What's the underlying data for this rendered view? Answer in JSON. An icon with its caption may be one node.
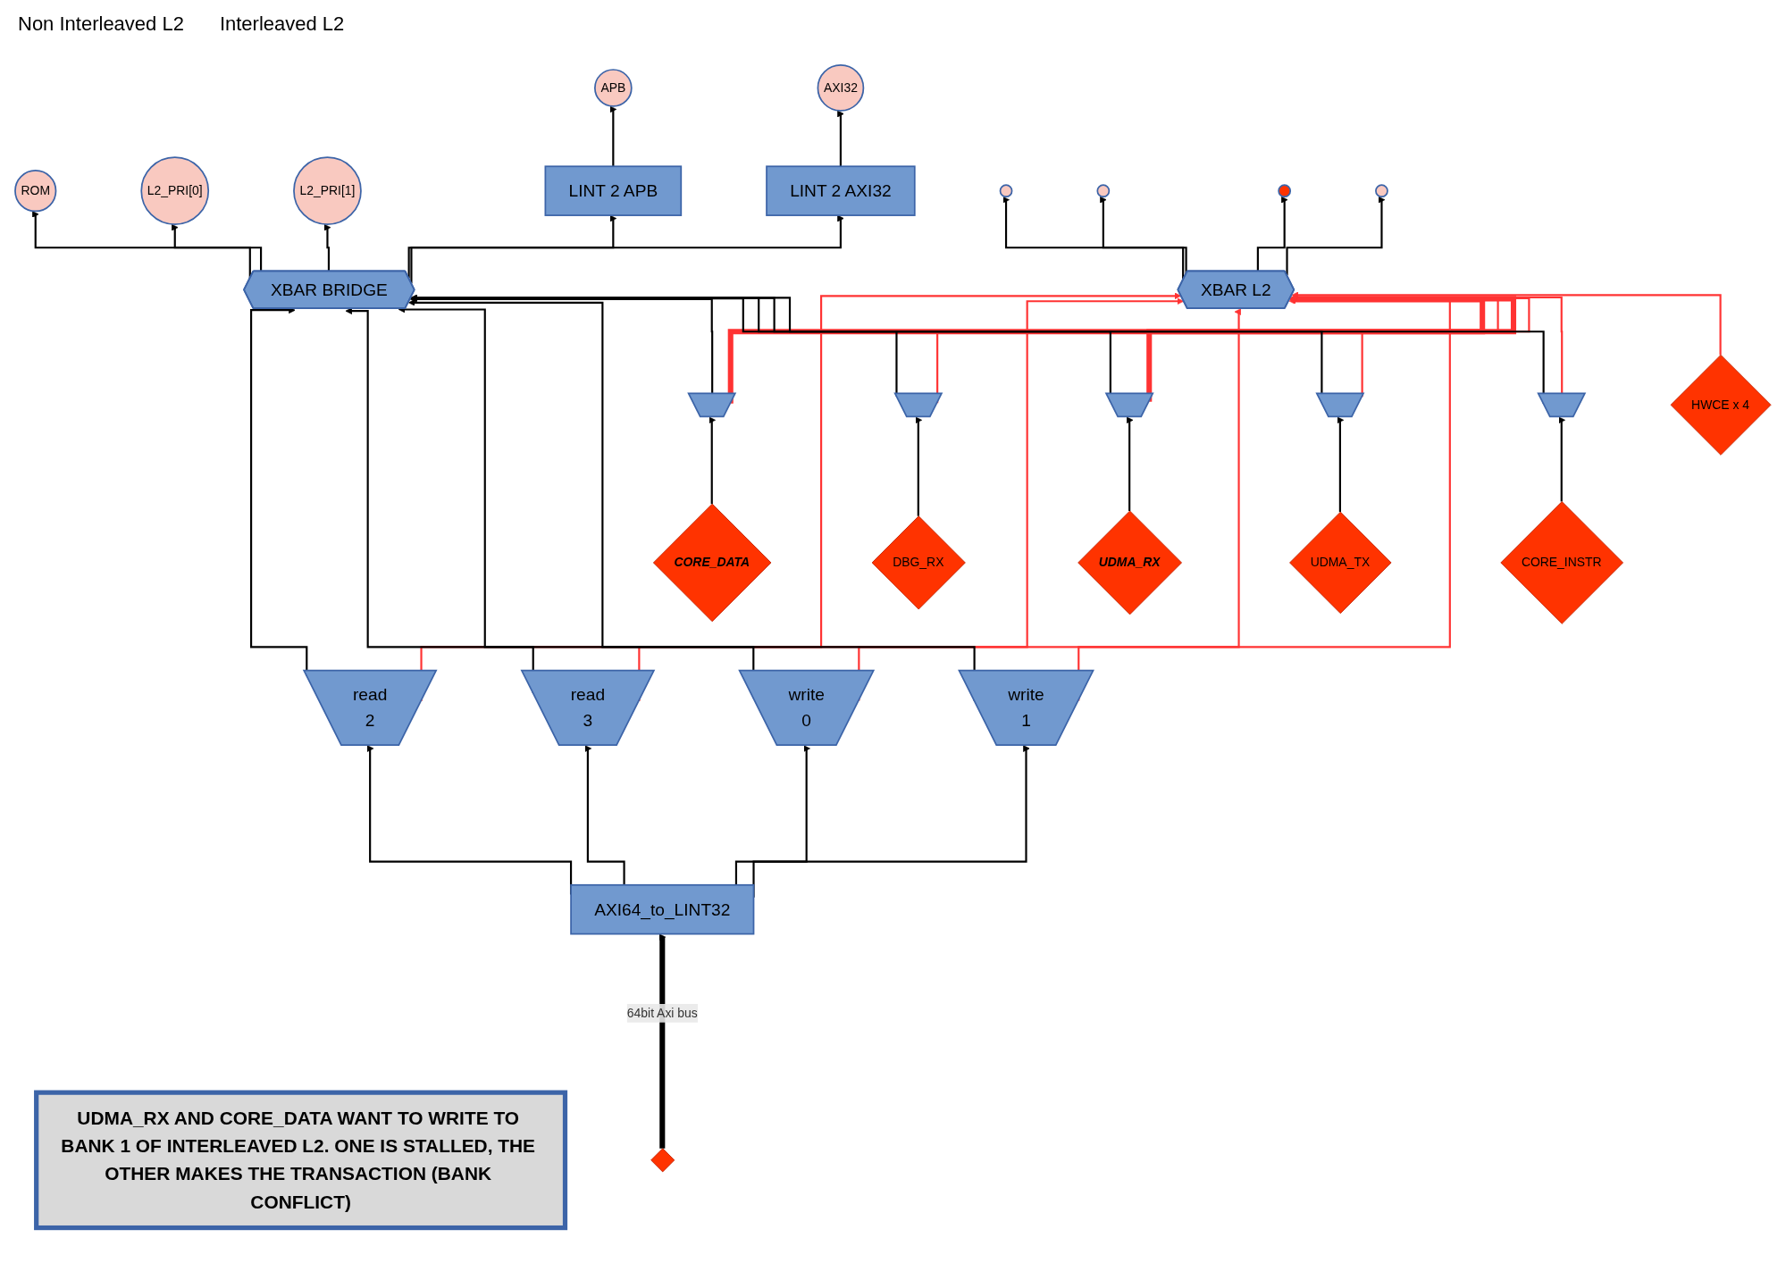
{
  "diagram": {
    "nodes": [
      {
        "text": [
          "UDMA_RX AND CORE_DATA WANT TO WRITE TO BANK 1 OF INTERLEAVED L2. ONE IS STALLED, THE OTHER MAKES THE TRANSACTION (BANK CONFLICT)"
        ]
      },
      {
        "text": [
          "APB"
        ]
      },
      {
        "text": [
          "AXI32"
        ]
      },
      {
        "text": [
          "ROM"
        ]
      },
      {
        "text": [
          "L2_PRI[0]"
        ]
      },
      {
        "text": [
          "L2_PRI[1]"
        ]
      },
      {
        "text": [
          "LINT 2 APB"
        ]
      },
      {
        "text": [
          "LINT 2 AXI32"
        ]
      },
      {
        "text": [
          "XBAR BRIDGE"
        ]
      },
      {
        "text": [
          "XBAR L2"
        ]
      },
      {
        "text": [],
        "shape": "circle"
      },
      {
        "text": [],
        "shape": "circle"
      },
      {
        "text": [],
        "shape": "circle"
      },
      {
        "text": [],
        "shape": "circle"
      },
      {
        "text": [
          "read",
          "2"
        ]
      },
      {
        "text": [
          "read",
          "3"
        ]
      },
      {
        "text": [
          "write",
          "0"
        ]
      },
      {
        "text": [
          "write",
          "1"
        ]
      },
      {
        "text": [
          "AXI64_to_LINT32"
        ]
      },
      {
        "text": [],
        "shape": "trapezoid"
      },
      {
        "text": [],
        "shape": "trapezoid"
      },
      {
        "text": [],
        "shape": "trapezoid"
      },
      {
        "text": [],
        "shape": "trapezoid"
      },
      {
        "text": [],
        "shape": "trapezoid"
      },
      {
        "text": [
          "HWCE x 4"
        ]
      },
      {
        "text": [
          "CORE_DATA"
        ]
      },
      {
        "text": [
          "DBG_RX"
        ]
      },
      {
        "text": [
          "UDMA_RX"
        ]
      },
      {
        "text": [
          "UDMA_TX"
        ]
      },
      {
        "text": [
          "CORE_INSTR"
        ]
      },
      {
        "text": [],
        "shape": "diamond"
      }
    ],
    "edges": [
      {
        "from": 8,
        "to": 6,
        "arrow": "to"
      },
      {
        "from": 6,
        "to": 1,
        "arrow": "to"
      },
      {
        "from": 8,
        "to": 7,
        "arrow": "to"
      },
      {
        "from": 7,
        "to": 2,
        "arrow": "to"
      },
      {
        "from": 8,
        "to": 3,
        "arrow": "to"
      },
      {
        "from": 8,
        "to": 4,
        "arrow": "to"
      },
      {
        "from": 8,
        "to": 5,
        "arrow": "to"
      },
      {
        "from": 9,
        "to": 10,
        "arrow": "to"
      },
      {
        "from": 9,
        "to": 11,
        "arrow": "to"
      },
      {
        "from": 9,
        "to": 12,
        "arrow": "to"
      },
      {
        "from": 9,
        "to": 13,
        "arrow": "to"
      },
      {
        "from": 30,
        "to": 18,
        "arrow": "to",
        "label": "64bit Axi bus",
        "style": "thick"
      },
      {
        "from": 18,
        "to": 14,
        "arrow": "to"
      },
      {
        "from": 18,
        "to": 15,
        "arrow": "to"
      },
      {
        "from": 18,
        "to": 16,
        "arrow": "to"
      },
      {
        "from": 18,
        "to": 17,
        "arrow": "to"
      },
      {
        "from": 14,
        "to": 8,
        "arrow": "to"
      },
      {
        "from": 14,
        "to": 9,
        "arrow": "to",
        "color": "#ff3333"
      },
      {
        "from": 15,
        "to": 8,
        "arrow": "to"
      },
      {
        "from": 15,
        "to": 9,
        "arrow": "to",
        "color": "#ff3333"
      },
      {
        "from": 16,
        "to": 8,
        "arrow": "to"
      },
      {
        "from": 16,
        "to": 9,
        "arrow": "to",
        "color": "#ff3333"
      },
      {
        "from": 17,
        "to": 8,
        "arrow": "to"
      },
      {
        "from": 17,
        "to": 9,
        "arrow": "to",
        "color": "#ff3333"
      },
      {
        "from": 19,
        "to": 8,
        "arrow": "to"
      },
      {
        "from": 19,
        "to": 9,
        "arrow": "to",
        "style": "thick",
        "color": "#ff3333"
      },
      {
        "from": 20,
        "to": 8,
        "arrow": "to"
      },
      {
        "from": 20,
        "to": 9,
        "arrow": "to",
        "color": "#ff3333"
      },
      {
        "from": 21,
        "to": 8,
        "arrow": "to"
      },
      {
        "from": 21,
        "to": 9,
        "arrow": "to",
        "style": "thick",
        "color": "#ff3333"
      },
      {
        "from": 22,
        "to": 8,
        "arrow": "to"
      },
      {
        "from": 22,
        "to": 9,
        "arrow": "to",
        "color": "#ff3333"
      },
      {
        "from": 23,
        "to": 8,
        "arrow": "to"
      },
      {
        "from": 23,
        "to": 9,
        "arrow": "to",
        "color": "#ff3333"
      },
      {
        "from": 24,
        "to": 9,
        "arrow": "to",
        "color": "#ff3333"
      },
      {
        "from": 25,
        "to": 19,
        "arrow": "to"
      },
      {
        "from": 26,
        "to": 20,
        "arrow": "to"
      },
      {
        "from": 27,
        "to": 21,
        "arrow": "to"
      },
      {
        "from": 28,
        "to": 22,
        "arrow": "to"
      },
      {
        "from": 29,
        "to": 23,
        "arrow": "to"
      }
    ],
    "labels": [
      "Non Interleaved L2",
      "Interleaved L2"
    ]
  }
}
